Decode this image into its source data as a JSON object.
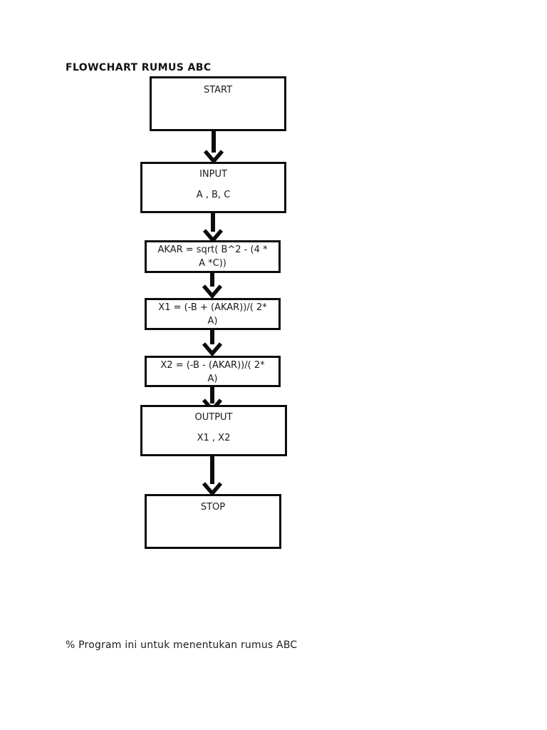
{
  "page": {
    "title": "FLOWCHART RUMUS ABC",
    "footer_note": "% Program ini untuk menentukan rumus ABC"
  },
  "colors": {
    "ink": "#0c0c0c",
    "background": "#ffffff"
  },
  "flowchart": {
    "nodes": [
      {
        "id": "start",
        "lines": [
          "START"
        ]
      },
      {
        "id": "input",
        "lines": [
          "INPUT",
          "A , B, C"
        ]
      },
      {
        "id": "akar",
        "lines": [
          "AKAR = sqrt( B^2 - (4 *",
          "A *C))"
        ]
      },
      {
        "id": "x1",
        "lines": [
          "X1 = (-B + (AKAR))/( 2*",
          "A)"
        ]
      },
      {
        "id": "x2",
        "lines": [
          "X2 = (-B - (AKAR))/( 2*",
          "A)"
        ]
      },
      {
        "id": "output",
        "lines": [
          "OUTPUT",
          "X1 , X2"
        ]
      },
      {
        "id": "stop",
        "lines": [
          "STOP"
        ]
      }
    ],
    "connections": [
      "start->input",
      "input->akar",
      "akar->x1",
      "x1->x2",
      "x2->output",
      "output->stop"
    ]
  }
}
